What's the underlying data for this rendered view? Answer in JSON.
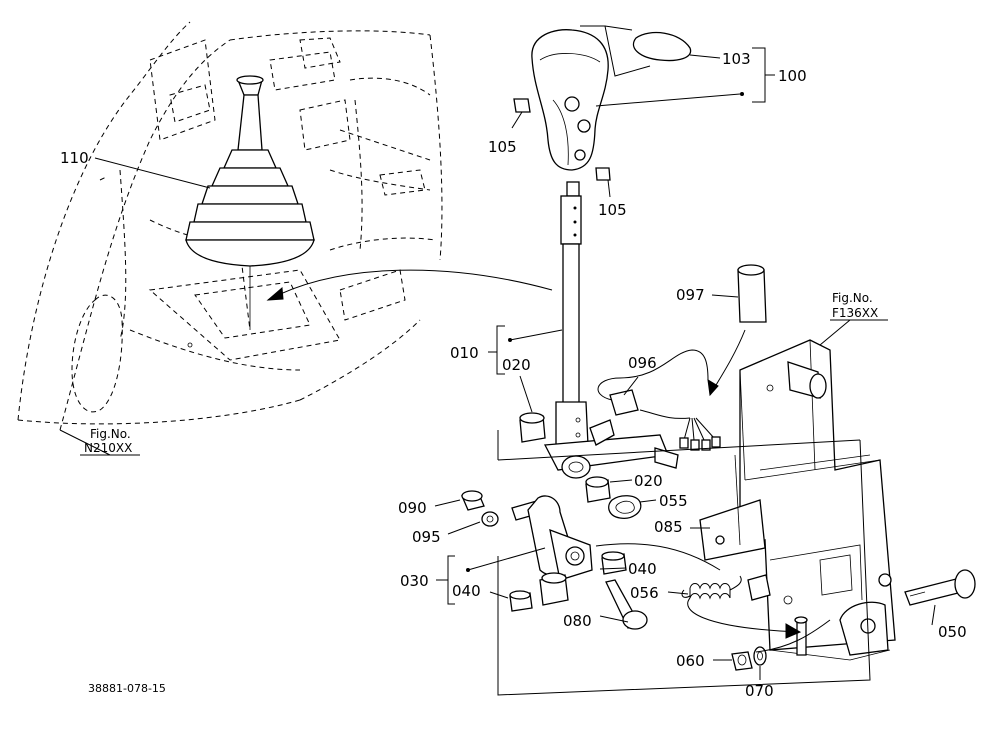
{
  "labels": {
    "p103": "103",
    "p100": "100",
    "p105a": "105",
    "p105b": "105",
    "p110": "110",
    "p097": "097",
    "p010": "010",
    "p020a": "020",
    "p096": "096",
    "p020b": "020",
    "p055": "055",
    "p085": "085",
    "p090": "090",
    "p095": "095",
    "p030": "030",
    "p040a": "040",
    "p040b": "040",
    "p056": "056",
    "p080": "080",
    "p050": "050",
    "p060": "060",
    "p070": "070"
  },
  "refs": {
    "fig_label": "Fig.No.",
    "f136": "F136XX",
    "n210": "N210XX"
  },
  "footer": {
    "drawing_id": "38881-078-15"
  }
}
